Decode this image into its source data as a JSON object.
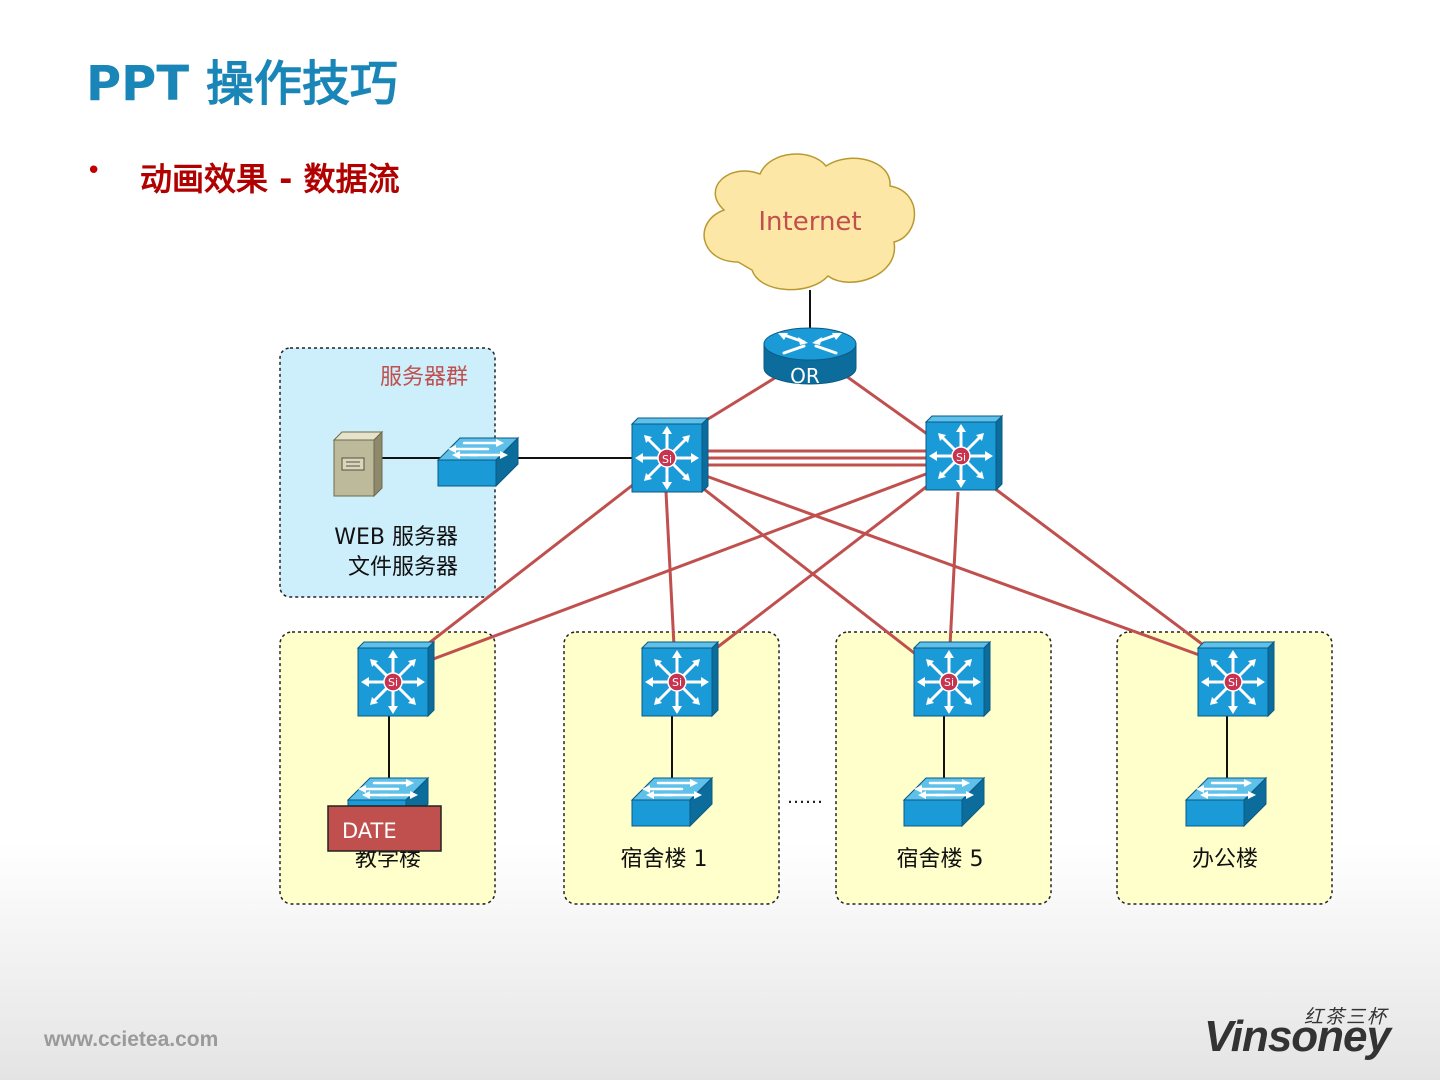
{
  "title": "PPT 操作技巧",
  "bullet": {
    "marker": "•",
    "text": "动画效果 - 数据流"
  },
  "cloud": {
    "label": "Internet",
    "fill": "#fde7a6"
  },
  "router": {
    "label": "OR"
  },
  "server_group": {
    "title": "服务器群",
    "line1": "WEB 服务器",
    "line2": "文件服务器",
    "fill": "#cdeefb"
  },
  "core_switch_badge": "Si",
  "buildings": [
    {
      "label": "教学楼"
    },
    {
      "label": "宿舍楼 1"
    },
    {
      "label": "宿舍楼 5"
    },
    {
      "label": "办公楼"
    }
  ],
  "building_fill": "#ffffcc",
  "ellipsis": "……",
  "data_packet": {
    "label": "DATE",
    "fill": "#c0504d"
  },
  "link_color": "#c0504d",
  "device_color": "#1a9ad6",
  "footer": {
    "url": "www.ccietea.com"
  },
  "logo": {
    "cn": "红茶三杯",
    "en": "Vinsoney"
  }
}
